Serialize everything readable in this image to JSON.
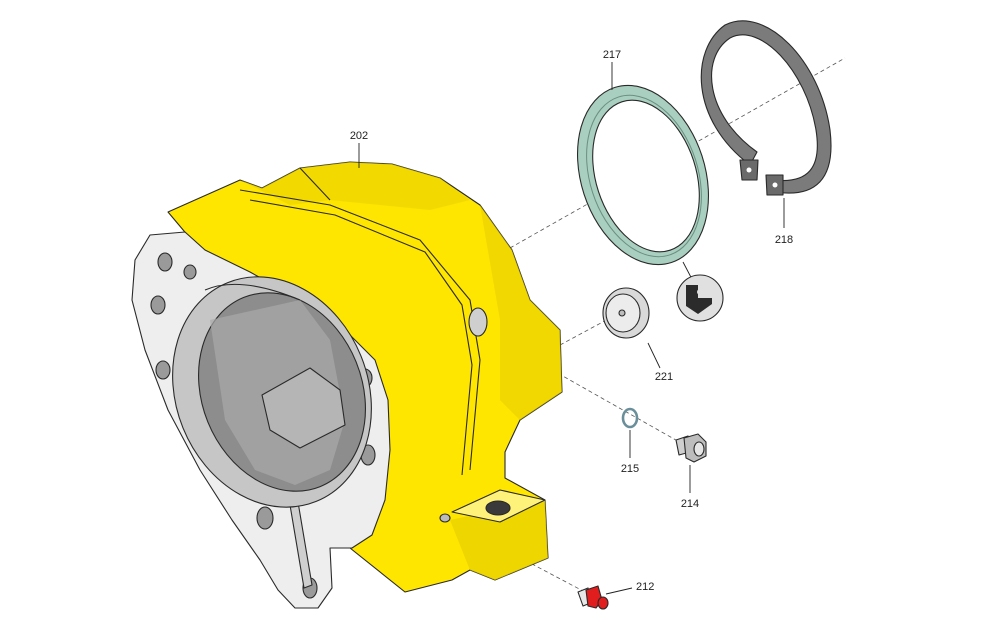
{
  "diagram": {
    "colors": {
      "housing": "#ffe600",
      "housing_shade": "#e7cf00",
      "flange_face": "#eeeeee",
      "bore_dark": "#8d8d8d",
      "seal_green": "#a9cfc0",
      "ring_gray": "#7b7b7b",
      "cap_gray": "#d9d9d9",
      "nipple_red": "#e21d1d"
    },
    "callouts": [
      {
        "id": "202",
        "label": "202",
        "part": "housing"
      },
      {
        "id": "217",
        "label": "217",
        "part": "seal"
      },
      {
        "id": "218",
        "label": "218",
        "part": "snap-ring"
      },
      {
        "id": "221",
        "label": "221",
        "part": "cap"
      },
      {
        "id": "215",
        "label": "215",
        "part": "o-ring"
      },
      {
        "id": "214",
        "label": "214",
        "part": "plug"
      },
      {
        "id": "212",
        "label": "212",
        "part": "grease-nipple"
      }
    ]
  }
}
